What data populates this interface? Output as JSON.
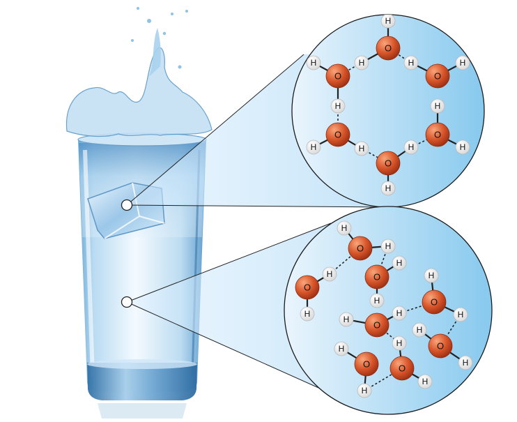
{
  "labels": {
    "oxygen": "O",
    "hydrogen": "H"
  },
  "colors": {
    "oxygen": "#d8562a",
    "hydrogen": "#f3f3f3",
    "water_light": "#d9ecf8",
    "water_deep": "#5fa6d6",
    "zoom_circle_light": "#eaf5fd",
    "zoom_circle_dark": "#87c9ee",
    "outline": "#1b1b1b"
  },
  "ice": {
    "molecules": [
      {
        "O": "O",
        "H": [
          "H",
          "H"
        ]
      },
      {
        "O": "O",
        "H": [
          "H",
          "H"
        ]
      },
      {
        "O": "O",
        "H": [
          "H",
          "H"
        ]
      },
      {
        "O": "O",
        "H": [
          "H",
          "H"
        ]
      },
      {
        "O": "O",
        "H": [
          "H",
          "H"
        ]
      },
      {
        "O": "O",
        "H": [
          "H",
          "H"
        ]
      }
    ]
  },
  "liquid": {
    "molecules": [
      {
        "O": "O",
        "H": [
          "H",
          "H"
        ]
      },
      {
        "O": "O",
        "H": [
          "H",
          "H"
        ]
      },
      {
        "O": "O",
        "H": [
          "H",
          "H"
        ]
      },
      {
        "O": "O",
        "H": [
          "H",
          "H"
        ]
      },
      {
        "O": "O",
        "H": [
          "H",
          "H"
        ]
      },
      {
        "O": "O",
        "H": [
          "H",
          "H"
        ]
      },
      {
        "O": "O",
        "H": [
          "H",
          "H"
        ]
      },
      {
        "O": "O",
        "H": [
          "H",
          "H"
        ]
      }
    ]
  }
}
